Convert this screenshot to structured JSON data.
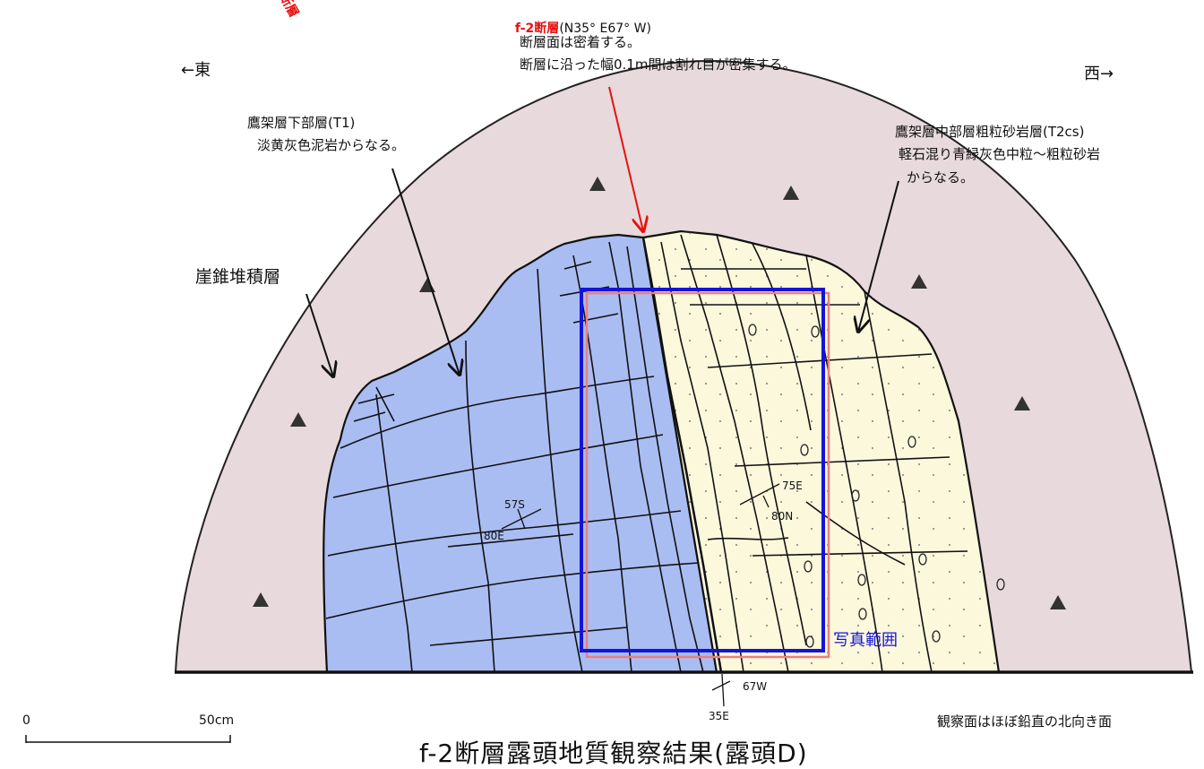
{
  "title": "f-2断層露頭地質観察結果(露頭D)",
  "direction_east": "←東",
  "direction_west": "西→",
  "fault": {
    "name": "f-2断層",
    "attitude": "(N35° E67° W)",
    "note1": "断層面は密着する。",
    "note2": "断層に沿った幅0.1m間は割れ目が密集する。",
    "color": "#e81010"
  },
  "unit_lower": {
    "name": "鷹架層下部層(T1)",
    "desc": "淡黄灰色泥岩からなる。",
    "color": "#a9bdf3"
  },
  "unit_middle": {
    "name": "鷹架層中部層粗粒砂岩層(T2cs)",
    "desc1": "軽石混り青緑灰色中粒～粗粒砂岩",
    "desc2": "からなる。",
    "color": "#fbf8dc"
  },
  "talus": {
    "name": "崖錐堆積層",
    "color": "#e7d9dc"
  },
  "photo_range": {
    "label": "写真範囲",
    "color": "#1414d8"
  },
  "attitudes": {
    "a1_top": "57S",
    "a1_bottom": "80E",
    "a2_top": "75E",
    "a2_bottom": "80N",
    "a3_top": "67W",
    "a3_bottom": "35E"
  },
  "scale": {
    "zero": "0",
    "end": "50cm"
  },
  "observation_note": "観察面はほぼ鉛直の北向き面",
  "corner_fragment": "断層"
}
